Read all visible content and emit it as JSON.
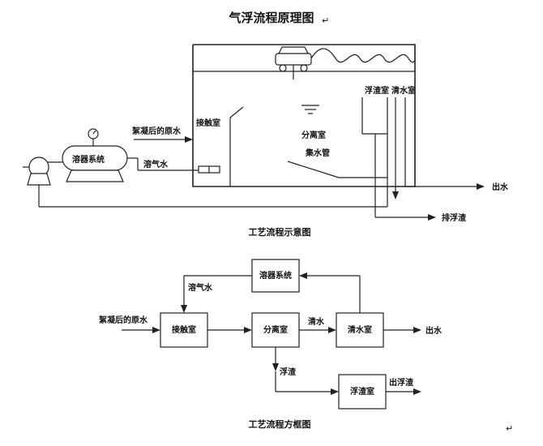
{
  "titles": {
    "main": "气浮流程原理图",
    "process": "工艺流程示意图",
    "block": "工艺流程方框图"
  },
  "top_diagram": {
    "raw_water": "絮凝后的原水",
    "dissolver": "溶器系统",
    "dissolved_air": "溶气水",
    "contact_room": "接触室",
    "separation_room": "分离室",
    "collector_pipe": "集水管",
    "scum_room": "浮渣室",
    "clear_room": "清水室",
    "outlet": "出水",
    "scum_out": "排浮渣"
  },
  "block_diagram": {
    "raw_water": "絮凝后的原水",
    "contact_room": "接触室",
    "separation_room": "分离室",
    "clear_room": "清水室",
    "dissolver": "溶器系统",
    "dissolved_air": "溶气水",
    "clear_water": "清水",
    "outlet": "出水",
    "scum": "浮渣",
    "scum_room": "浮渣室",
    "scum_out": "出浮渣"
  },
  "marks": {
    "return_mark_1": "↵",
    "return_mark_2": "↵"
  }
}
